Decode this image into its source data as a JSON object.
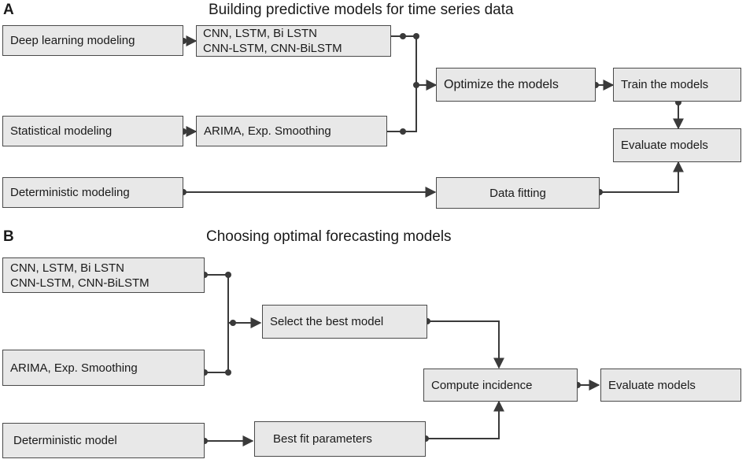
{
  "panel_a": {
    "letter": "A",
    "title": "Building predictive models for time series data",
    "boxes": {
      "deep_learning": "Deep learning modeling",
      "dl_models_line1": "CNN, LSTM, Bi LSTN",
      "dl_models_line2": "CNN-LSTM, CNN-BiLSTM",
      "statistical": "Statistical modeling",
      "stat_models": "ARIMA,  Exp. Smoothing",
      "deterministic": "Deterministic modeling",
      "optimize": "Optimize the models",
      "train": "Train the models",
      "evaluate": "Evaluate models",
      "data_fitting": "Data fitting"
    }
  },
  "panel_b": {
    "letter": "B",
    "title": "Choosing optimal forecasting models",
    "boxes": {
      "dl_models_line1": "CNN, LSTM, Bi LSTN",
      "dl_models_line2": "CNN-LSTM, CNN-BiLSTM",
      "stat_models": "ARIMA, Exp. Smoothing",
      "select_best": "Select the best model",
      "deterministic": "Deterministic model",
      "best_fit": "Best fit parameters",
      "compute_incidence": "Compute incidence",
      "evaluate": "Evaluate  models"
    }
  }
}
